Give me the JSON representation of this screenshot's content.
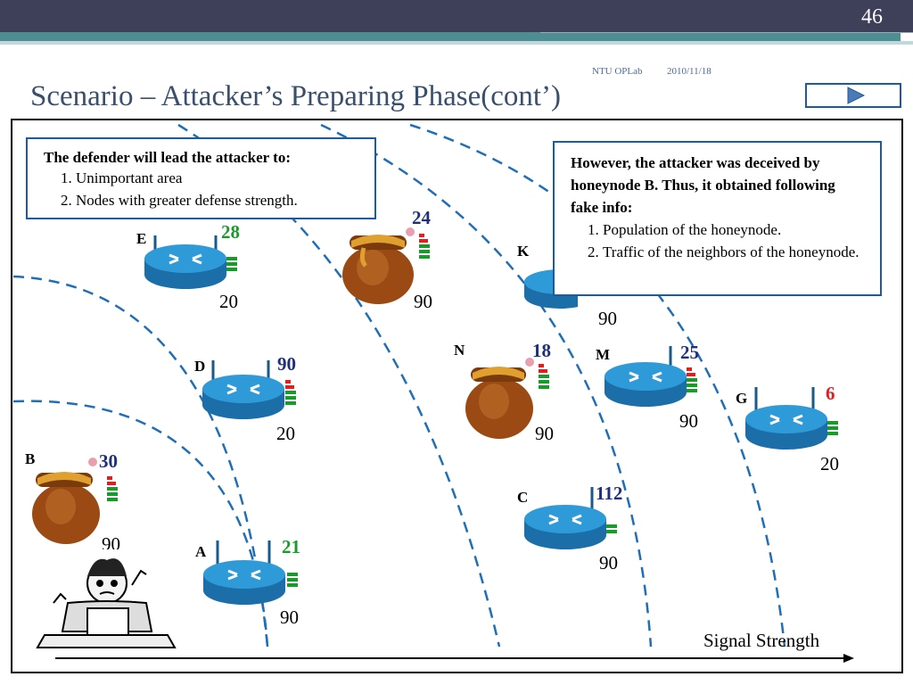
{
  "slide": {
    "page_number": "46",
    "org": "NTU OPLab",
    "date": "2010/11/18",
    "title": "Scenario – Attacker’s Preparing Phase(cont’)"
  },
  "callout_left": {
    "heading": "The defender will  lead  the attacker to:",
    "items": [
      "Unimportant area",
      "Nodes with greater defense strength."
    ]
  },
  "callout_right": {
    "heading": "However, the attacker was deceived by honeynode B. Thus, it obtained following fake info:",
    "items": [
      "Population of the honeynode.",
      "Traffic of the neighbors of the honeynode."
    ]
  },
  "axis_label": "Signal Strength",
  "nodes": {
    "E": {
      "label": "E",
      "strength": "28",
      "traffic": "20"
    },
    "honey24": {
      "strength": "24",
      "traffic": "90"
    },
    "K": {
      "label": "K",
      "traffic": "90"
    },
    "D": {
      "label": "D",
      "strength": "90",
      "traffic": "20"
    },
    "N": {
      "label": "N",
      "strength": "18",
      "traffic": "90"
    },
    "M": {
      "label": "M",
      "strength": "25",
      "traffic": "90"
    },
    "G": {
      "label": "G",
      "strength": "6",
      "traffic": "20"
    },
    "B": {
      "label": "B",
      "strength": "30",
      "traffic": "90"
    },
    "C": {
      "label": "C",
      "strength": "112",
      "traffic": "90"
    },
    "A": {
      "label": "A",
      "strength": "21",
      "traffic": "90"
    }
  },
  "colors": {
    "router": "#2d8fd0",
    "honeypot": "#9a4a12",
    "arc": "#1f6fb8",
    "callout_border": "#1f5b9a",
    "title": "#3a4f6c"
  }
}
